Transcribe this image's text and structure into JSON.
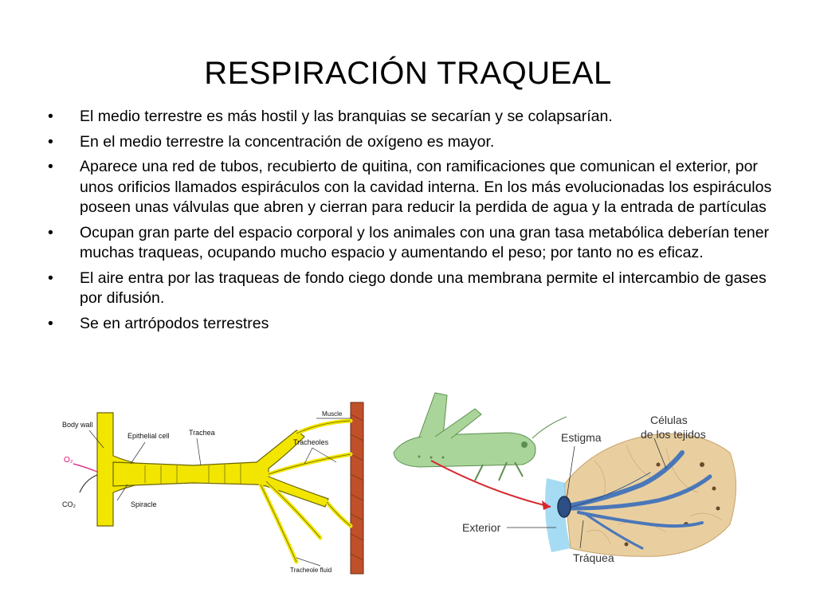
{
  "slide": {
    "title": "RESPIRACIÓN TRAQUEAL",
    "bullets": [
      "El medio terrestre es más hostil y las branquias se secarían  y se colapsarían.",
      "En el medio terrestre la concentración de oxígeno es mayor.",
      "Aparece una red de tubos, recubierto de quitina, con ramificaciones que comunican el exterior, por unos orificios llamados espiráculos con la cavidad interna. En los más evolucionadas los espiráculos poseen unas válvulas que abren y cierran para reducir la perdida de agua y la entrada de partículas",
      "Ocupan gran parte del espacio corporal y los animales con una gran tasa metabólica deberían tener muchas traqueas, ocupando mucho espacio y aumentando  el peso; por tanto no es eficaz.",
      "El aire entra por las traqueas de fondo ciego donde una membrana permite el intercambio de gases por difusión.",
      "Se en artrópodos terrestres"
    ]
  },
  "figure_left": {
    "labels": {
      "body_wall": "Body wall",
      "epithelial_cell": "Epithelial cell",
      "trachea": "Trachea",
      "muscle": "Muscle",
      "tracheoles": "Tracheoles",
      "o2": "O₂",
      "co2": "CO₂",
      "spiracle": "Spiracle",
      "tracheole_fluid": "Tracheole fluid"
    },
    "colors": {
      "tube": "#f2e600",
      "outline": "#6b6400",
      "muscle": "#c0502a",
      "arrow_o2": "#e0157a"
    }
  },
  "figure_right": {
    "labels": {
      "cells_line1": "Células",
      "cells_line2": "de los tejidos",
      "stigma": "Estigma",
      "exterior": "Exterior",
      "trachea": "Tráquea"
    },
    "colors": {
      "tissue": "#e9cfa0",
      "tube": "#4a77b8",
      "exterior": "#8fd3f0",
      "arrow": "#d8262e",
      "insect": "#a9d59a"
    }
  }
}
